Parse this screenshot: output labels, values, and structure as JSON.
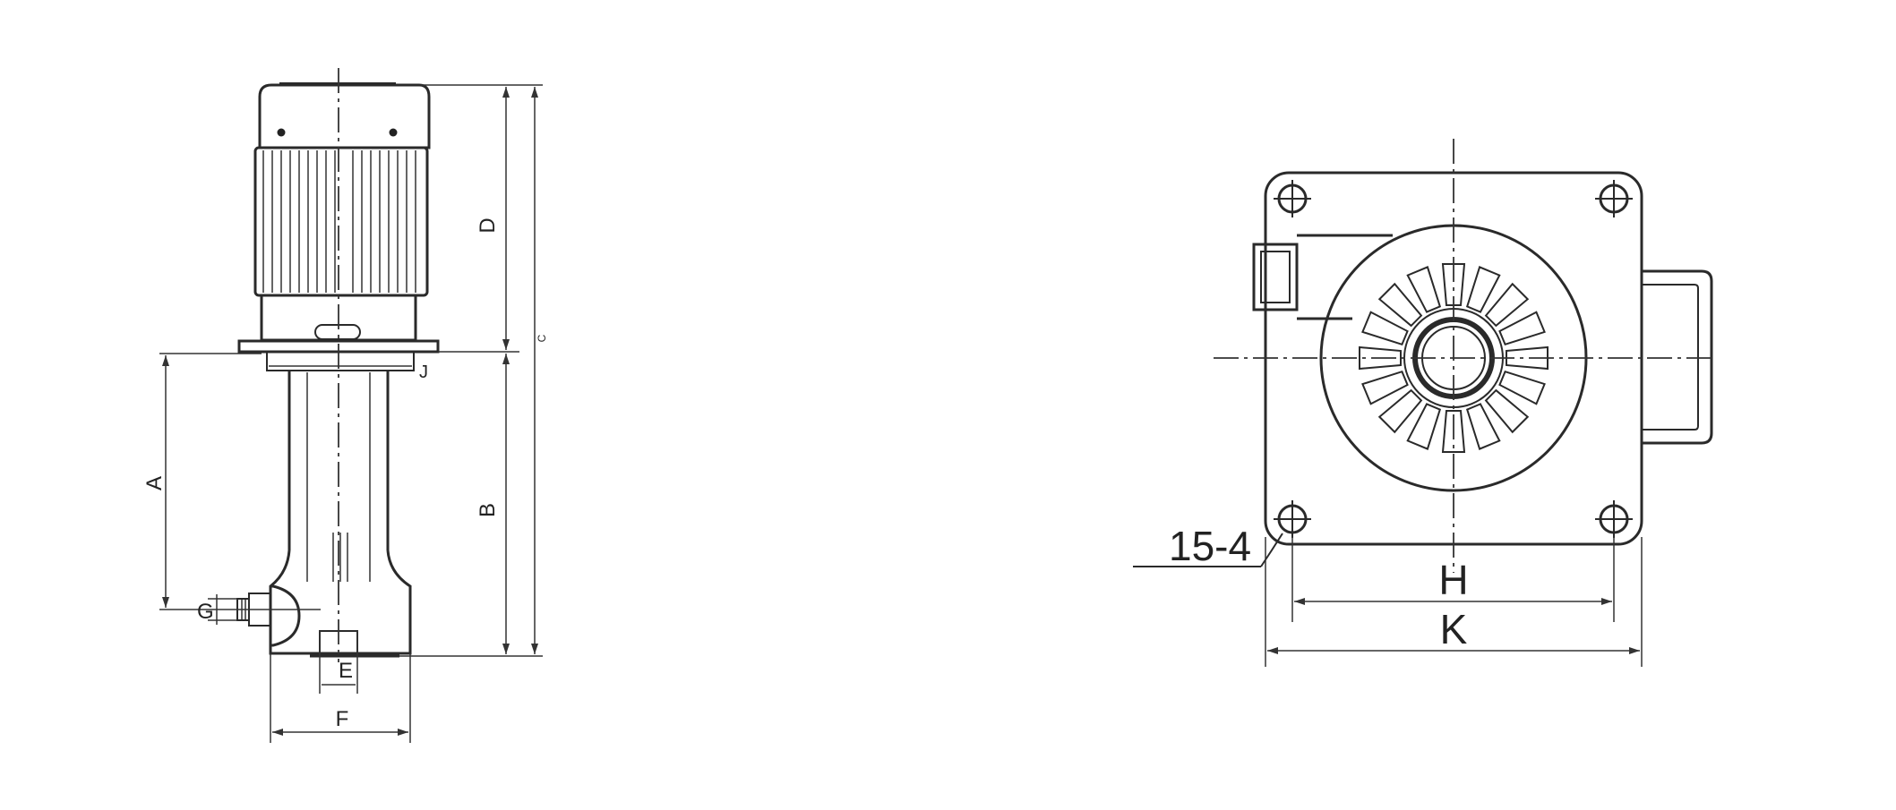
{
  "side_view": {
    "dim_labels": {
      "A": "A",
      "B": "B",
      "C": "C",
      "D": "D",
      "E": "E",
      "F": "F",
      "G": "G",
      "J": "J"
    }
  },
  "top_view": {
    "hole_label": "15-4",
    "dim_labels": {
      "H": "H",
      "K": "K"
    }
  },
  "colors": {
    "line": "#2a2a2a",
    "background": "#ffffff"
  }
}
